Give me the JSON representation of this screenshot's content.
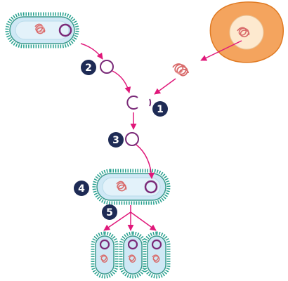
{
  "steps": [
    {
      "number": "1"
    },
    {
      "number": "2"
    },
    {
      "number": "3"
    },
    {
      "number": "4"
    },
    {
      "number": "5"
    }
  ],
  "colors": {
    "badge": "#1e2b55",
    "arrow": "#e0187a",
    "plasmid": "#7a2a78",
    "dna": "#d96b6b",
    "bacterium_fill": "#cfe8f5",
    "bacterium_outline": "#3b9a8e",
    "pili": "#26a08e",
    "cell_fill": "#f4a45e",
    "nucleus_fill": "#fde9cf"
  }
}
